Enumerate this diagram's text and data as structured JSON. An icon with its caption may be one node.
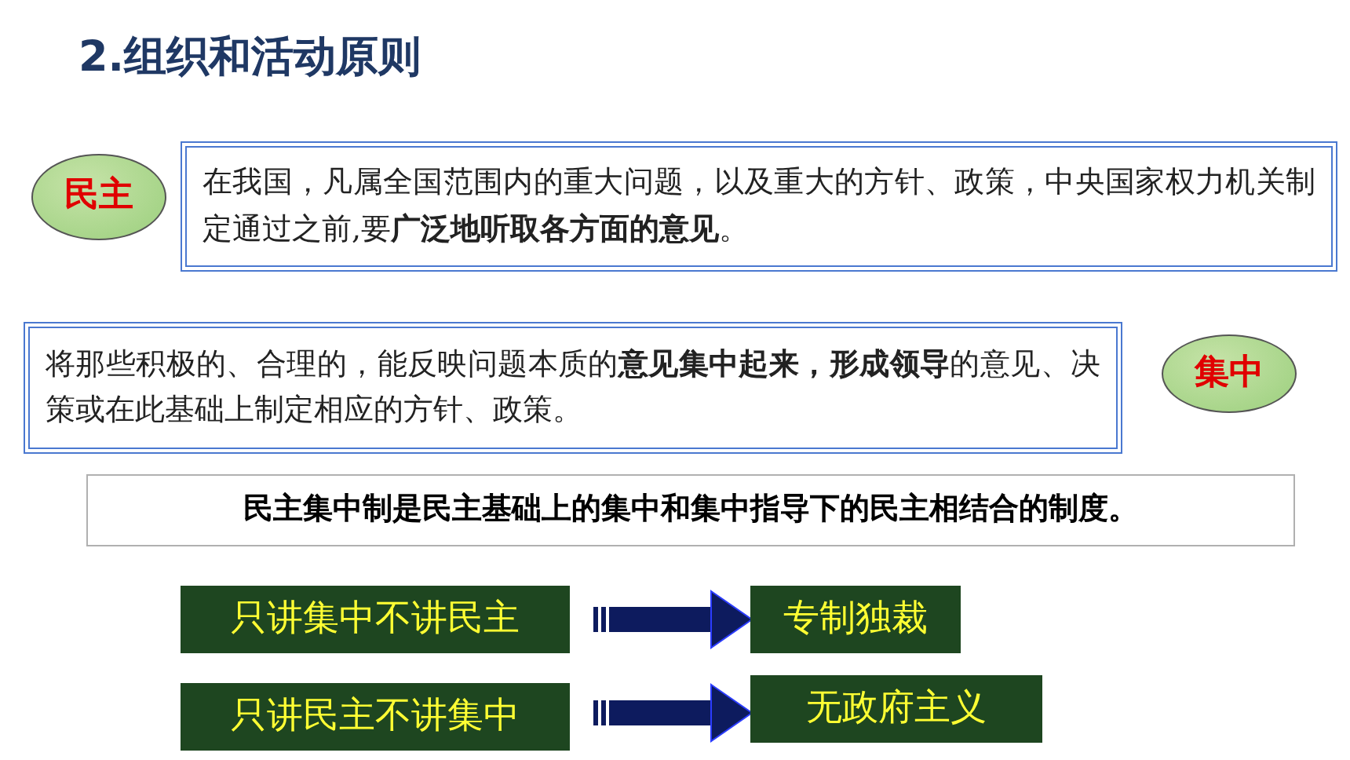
{
  "diagram": {
    "title": "2.组织和活动原则",
    "nodes": [
      {
        "text": [
          "民主"
        ]
      },
      {
        "text": [
          "在我国，凡属全国范围内的重大问题，以及重大的方针、政策，中央国家权力机关制定通过之前,要**广泛地听取各方面的意见**。"
        ]
      },
      {
        "text": [
          "将那些积极的、合理的，能反映问题本质的**意见集中起来，形成领导**的意见、决策或在此基础上制定相应的方针、政策。"
        ]
      },
      {
        "text": [
          "集中"
        ]
      },
      {
        "text": [
          "民主集中制是**民主基础上的集中**和**集中指导下的民主**相结合的制度。"
        ]
      },
      {
        "text": [
          "只讲集中不讲民主"
        ]
      },
      {
        "text": [
          "专制独裁"
        ]
      },
      {
        "text": [
          "只讲民主不讲集中"
        ]
      },
      {
        "text": [
          "无政府主义"
        ]
      }
    ],
    "edges": [
      {
        "from": 5,
        "to": 6,
        "arrow": "to"
      },
      {
        "from": 7,
        "to": 8,
        "arrow": "to"
      }
    ]
  }
}
